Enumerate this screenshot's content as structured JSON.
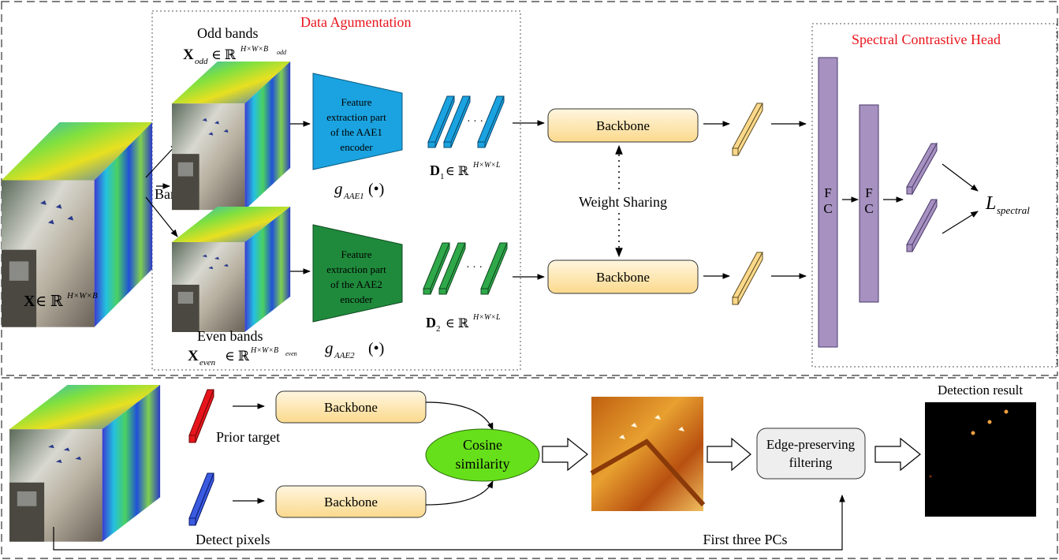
{
  "top": {
    "data_aug_title": "Data Agumentation",
    "spectral_head_title": "Spectral Contrastive Head",
    "odd_bands": "Odd bands",
    "even_bands": "Even bands",
    "band_sampling": "Band sampling",
    "x_math": {
      "bold": "X",
      "rest": " ∈ ℝ",
      "sup": "H×W×B"
    },
    "x_odd_math": {
      "bold": "X",
      "sub": "odd",
      "rest": " ∈ ℝ",
      "sup": "H×W×B",
      "supsub": "odd"
    },
    "x_even_math": {
      "bold": "X",
      "sub": "even",
      "rest": " ∈ ℝ",
      "sup": "H×W×B",
      "supsub": "even"
    },
    "aae1_lines": [
      "Feature",
      "extraction part",
      "of the AAE1",
      "encoder"
    ],
    "aae2_lines": [
      "Feature",
      "extraction part",
      "of the AAE2",
      "encoder"
    ],
    "g_aae1": {
      "g": "g",
      "sub": "AAE1",
      "arg": "(•)"
    },
    "g_aae2": {
      "g": "g",
      "sub": "AAE2",
      "arg": "(•)"
    },
    "d1_math": {
      "bold": "D",
      "sub": "1",
      "rest": " ∈ ℝ",
      "sup": "H×W×L"
    },
    "d2_math": {
      "bold": "D",
      "sub": "2",
      "rest": " ∈ ℝ",
      "sup": "H×W×L"
    },
    "backbone_1": "Backbone",
    "backbone_2": "Backbone",
    "weight_sharing": "Weight Sharing",
    "fc_1": [
      "F",
      "C"
    ],
    "fc_2": [
      "F",
      "C"
    ],
    "loss": {
      "L": "L",
      "sub": "spectral"
    }
  },
  "bottom": {
    "prior_target": "Prior target",
    "detect_pixels": "Detect pixels",
    "backbone_3": "Backbone",
    "backbone_4": "Backbone",
    "cosine_lines": [
      "Cosine",
      "similarity"
    ],
    "edge_lines": [
      "Edge-preserving",
      "filtering"
    ],
    "first_three_pcs": "First three PCs",
    "detection_result": "Detection result"
  },
  "colors": {
    "red_title": "#e8141c",
    "aae1": "#1aa3e0",
    "aae2": "#1f8a3c",
    "backbone_fill": "#fde8b6",
    "fc": "#a691c0",
    "cosine": "#66e01a",
    "edge_box": "#eeeeee"
  }
}
